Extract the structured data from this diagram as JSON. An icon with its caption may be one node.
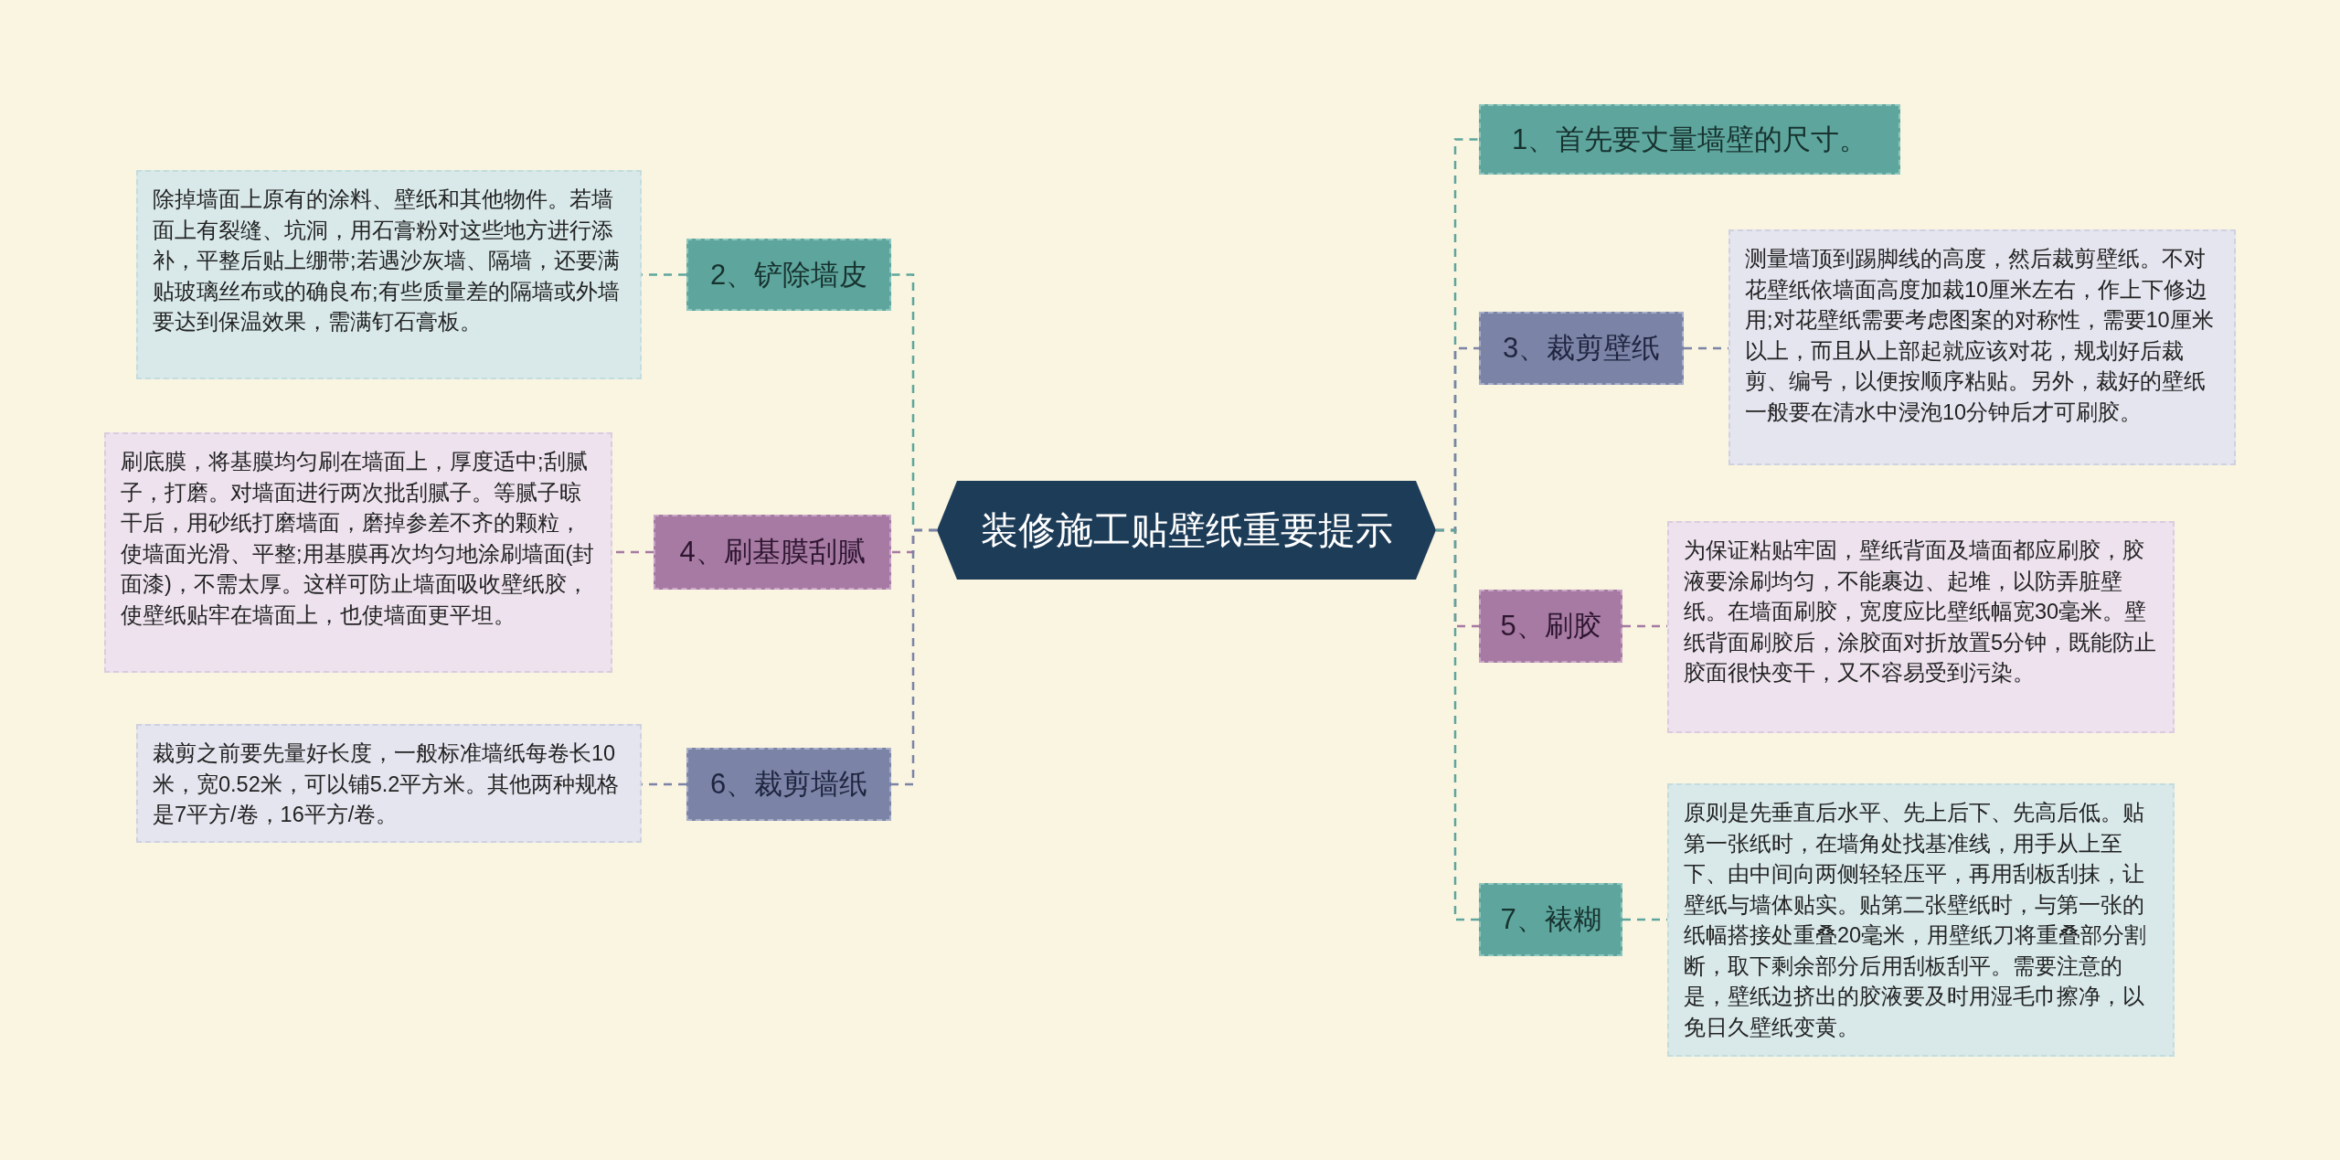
{
  "diagram": {
    "nodes": [
      {
        "text": [
          "装修施工贴壁纸重要提示"
        ]
      },
      {
        "text": [
          "1、首先要丈量墙壁的尺寸。"
        ]
      },
      {
        "text": [
          "2、铲除墙皮"
        ]
      },
      {
        "text": [
          "除掉墙面上原有的涂料、壁纸和其他物件。若墙面上有裂缝、坑洞，用石膏粉对这些地方进行添补，平整后贴上绷带;若遇沙灰墙、隔墙，还要满贴玻璃丝布或的确良布;有些质量差的隔墙或外墙要达到保温效果，需满钉石膏板。"
        ]
      },
      {
        "text": [
          "3、裁剪壁纸"
        ]
      },
      {
        "text": [
          "测量墙顶到踢脚线的高度，然后裁剪壁纸。不对花壁纸依墙面高度加裁10厘米左右，作上下修边用;对花壁纸需要考虑图案的对称性，需要10厘米以上，而且从上部起就应该对花，规划好后裁剪、编号，以便按顺序粘贴。另外，裁好的壁纸一般要在清水中浸泡10分钟后才可刷胶。"
        ]
      },
      {
        "text": [
          "4、刷基膜刮腻"
        ]
      },
      {
        "text": [
          "刷底膜，将基膜均匀刷在墙面上，厚度适中;刮腻子，打磨。对墙面进行两次批刮腻子。等腻子晾干后，用砂纸打磨墙面，磨掉参差不齐的颗粒，使墙面光滑、平整;用基膜再次均匀地涂刷墙面(封面漆)，不需太厚。这样可防止墙面吸收壁纸胶，使壁纸贴牢在墙面上，也使墙面更平坦。"
        ]
      },
      {
        "text": [
          "5、刷胶"
        ]
      },
      {
        "text": [
          "为保证粘贴牢固，壁纸背面及墙面都应刷胶，胶液要涂刷均匀，不能裹边、起堆，以防弄脏壁纸。在墙面刷胶，宽度应比壁纸幅宽30毫米。壁纸背面刷胶后，涂胶面对折放置5分钟，既能防止胶面很快变干，又不容易受到污染。"
        ]
      },
      {
        "text": [
          "6、裁剪墙纸"
        ]
      },
      {
        "text": [
          "裁剪之前要先量好长度，一般标准墙纸每卷长10米，宽0.52米，可以铺5.2平方米。其他两种规格是7平方/卷，16平方/卷。"
        ]
      },
      {
        "text": [
          "7、裱糊"
        ]
      },
      {
        "text": [
          "原则是先垂直后水平、先上后下、先高后低。贴第一张纸时，在墙角处找基准线，用手从上至下、由中间向两侧轻轻压平，再用刮板刮抹，让壁纸与墙体贴实。贴第二张壁纸时，与第一张的纸幅搭接处重叠20毫米，用壁纸刀将重叠部分割断，取下剩余部分后用刮板刮平。需要注意的是，壁纸边挤出的胶液要及时用湿毛巾擦净，以免日久壁纸变黄。"
        ]
      }
    ],
    "edges": [
      {
        "from": 0,
        "to": 1,
        "arrow": "none",
        "style": "dashed"
      },
      {
        "from": 0,
        "to": 2,
        "arrow": "none",
        "style": "dashed"
      },
      {
        "from": 2,
        "to": 3,
        "arrow": "none",
        "style": "dashed"
      },
      {
        "from": 0,
        "to": 4,
        "arrow": "none",
        "style": "dashed",
        "color": "#7b84a6"
      },
      {
        "from": 4,
        "to": 5,
        "arrow": "none",
        "style": "dashed",
        "color": "#7b84a6"
      },
      {
        "from": 0,
        "to": 6,
        "arrow": "none",
        "style": "dashed",
        "color": "#a67aa3"
      },
      {
        "from": 6,
        "to": 7,
        "arrow": "none",
        "style": "dashed",
        "color": "#a67aa3"
      },
      {
        "from": 0,
        "to": 8,
        "arrow": "none",
        "style": "dashed",
        "color": "#a67aa3"
      },
      {
        "from": 8,
        "to": 9,
        "arrow": "none",
        "style": "dashed",
        "color": "#a67aa3"
      },
      {
        "from": 0,
        "to": 10,
        "arrow": "none",
        "style": "dashed",
        "color": "#7b84a6"
      },
      {
        "from": 10,
        "to": 11,
        "arrow": "none",
        "style": "dashed",
        "color": "#7b84a6"
      },
      {
        "from": 0,
        "to": 12,
        "arrow": "none",
        "style": "dashed"
      },
      {
        "from": 12,
        "to": 13,
        "arrow": "none",
        "style": "dashed"
      }
    ]
  }
}
